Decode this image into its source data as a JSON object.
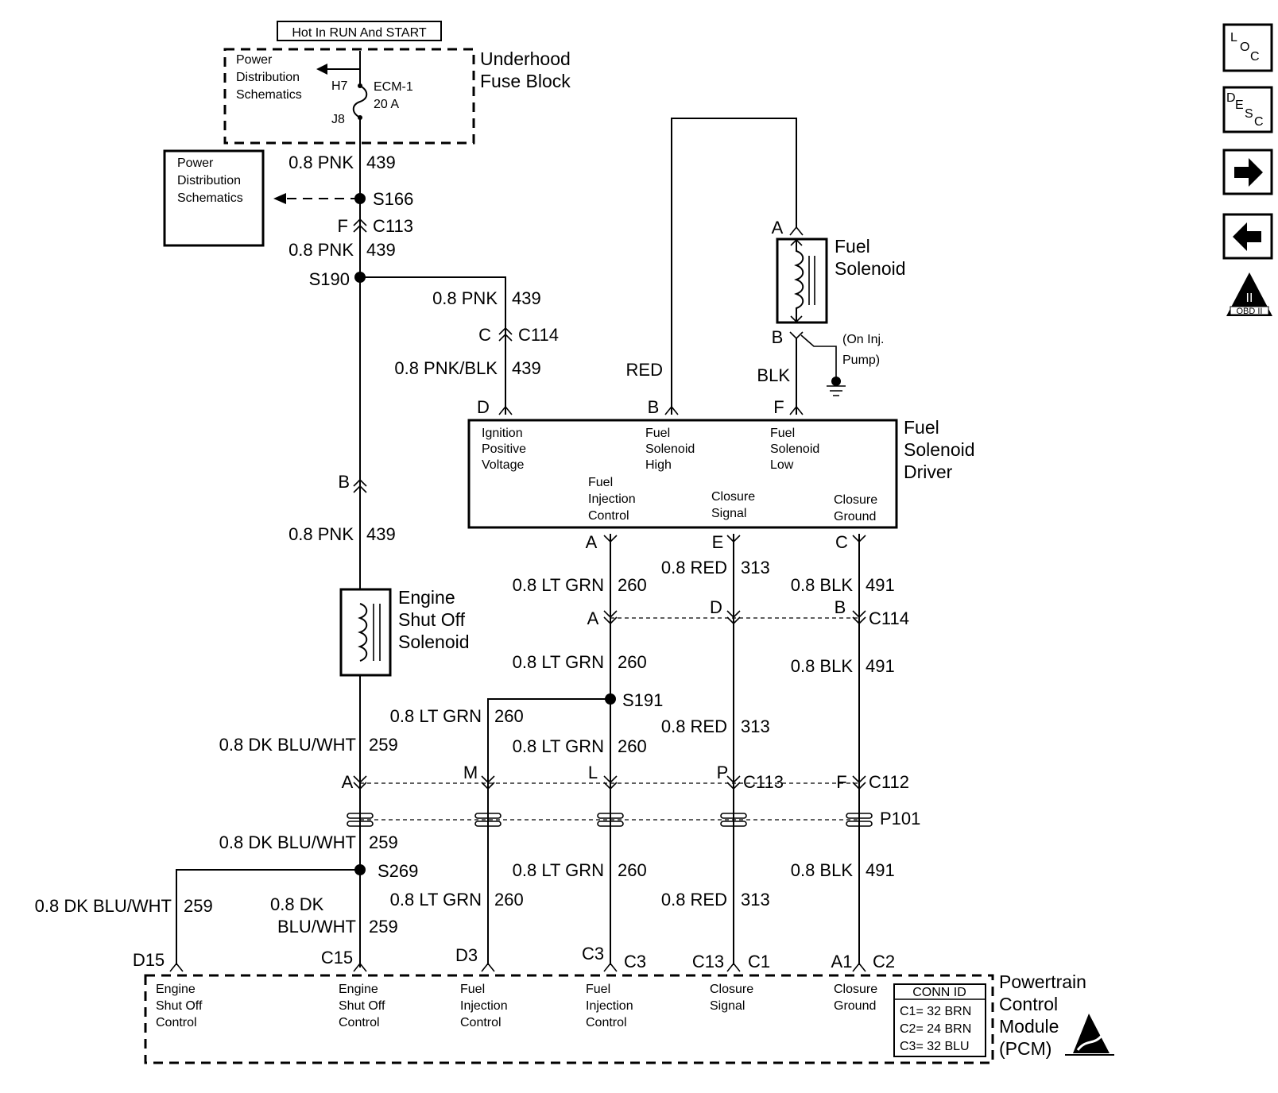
{
  "top_label": "Hot In RUN And START",
  "fuse_block": {
    "title_1": "Underhood",
    "title_2": "Fuse Block",
    "ref_1": "Power",
    "ref_2": "Distribution",
    "ref_3": "Schematics",
    "h7": "H7",
    "j8": "J8",
    "fuse_name": "ECM-1",
    "fuse_rating": "20 A"
  },
  "power_dist_box": {
    "line_1": "Power",
    "line_2": "Distribution",
    "line_3": "Schematics"
  },
  "wires": {
    "w1_color": "0.8 PNK",
    "w1_circuit": "439",
    "w2_color": "0.8 PNK",
    "w2_circuit": "439",
    "w3_color": "0.8 PNK",
    "w3_circuit": "439",
    "w4_color": "0.8 PNK/BLK",
    "w4_circuit": "439",
    "w5_color": "0.8 PNK",
    "w5_circuit": "439",
    "red_label": "RED",
    "blk_label": "BLK",
    "w260a_color": "0.8 LT GRN",
    "w260a_circuit": "260",
    "w313a_color": "0.8 RED",
    "w313a_circuit": "313",
    "w491a_color": "0.8 BLK",
    "w491a_circuit": "491",
    "w260b_color": "0.8 LT GRN",
    "w260b_circuit": "260",
    "w491b_color": "0.8 BLK",
    "w491b_circuit": "491",
    "w260c_color": "0.8 LT GRN",
    "w260c_circuit": "260",
    "w313b_color": "0.8 RED",
    "w313b_circuit": "313",
    "w259a_color": "0.8 DK BLU/WHT",
    "w259a_circuit": "259",
    "w260d_color": "0.8 LT GRN",
    "w260d_circuit": "260",
    "w259b_color": "0.8 DK BLU/WHT",
    "w259b_circuit": "259",
    "w260e_color": "0.8 LT GRN",
    "w260e_circuit": "260",
    "w491c_color": "0.8 BLK",
    "w491c_circuit": "491",
    "w259c_color": "0.8 DK BLU/WHT",
    "w259c_circuit": "259",
    "w259d_color_1": "0.8 DK",
    "w259d_color_2": "BLU/WHT",
    "w259d_circuit": "259",
    "w260f_color": "0.8 LT GRN",
    "w260f_circuit": "260",
    "w313c_color": "0.8 RED",
    "w313c_circuit": "313"
  },
  "splices": {
    "s166": "S166",
    "s190": "S190",
    "s191": "S191",
    "s269": "S269",
    "p101": "P101"
  },
  "connectors": {
    "c113_pin_f": "F",
    "c113": "C113",
    "c114_pin_c": "C",
    "c114": "C114",
    "pin_b": "B",
    "fsd_pin_d": "D",
    "fsd_pin_b": "B",
    "fsd_pin_f": "F",
    "fsd_pin_a": "A",
    "fsd_pin_e": "E",
    "fsd_pin_c": "C",
    "c114b_pin_a": "A",
    "c114b_pin_d": "D",
    "c114b_pin_b": "B",
    "c114b": "C114",
    "c113b_pin_a": "A",
    "c113b_pin_m": "M",
    "c113b_pin_l": "L",
    "c113b_pin_p": "P",
    "c113b": "C113",
    "c112_pin_f": "F",
    "c112": "C112",
    "pcm_d15": "D15",
    "pcm_c15": "C15",
    "pcm_d3": "D3",
    "pcm_c3a": "C3",
    "pcm_c3b": "C3",
    "pcm_c13": "C13",
    "pcm_c1": "C1",
    "pcm_a1": "A1",
    "pcm_c2": "C2"
  },
  "fuel_solenoid": {
    "line_1": "Fuel",
    "line_2": "Solenoid",
    "pin_a": "A",
    "pin_b": "B",
    "note_1": "(On Inj.",
    "note_2": "Pump)"
  },
  "fuel_solenoid_driver": {
    "title_1": "Fuel",
    "title_2": "Solenoid",
    "title_3": "Driver",
    "t1a": "Ignition",
    "t1b": "Positive",
    "t1c": "Voltage",
    "t2a": "Fuel",
    "t2b": "Solenoid",
    "t2c": "High",
    "t3a": "Fuel",
    "t3b": "Solenoid",
    "t3c": "Low",
    "t4a": "Fuel",
    "t4b": "Injection",
    "t4c": "Control",
    "t5a": "Closure",
    "t5b": "Signal",
    "t6a": "Closure",
    "t6b": "Ground"
  },
  "shutoff_solenoid": {
    "line_1": "Engine",
    "line_2": "Shut Off",
    "line_3": "Solenoid"
  },
  "pcm": {
    "title_1": "Powertrain",
    "title_2": "Control",
    "title_3": "Module",
    "title_4": "(PCM)",
    "t1a": "Engine",
    "t1b": "Shut Off",
    "t1c": "Control",
    "t2a": "Engine",
    "t2b": "Shut Off",
    "t2c": "Control",
    "t3a": "Fuel",
    "t3b": "Injection",
    "t3c": "Control",
    "t4a": "Fuel",
    "t4b": "Injection",
    "t4c": "Control",
    "t5a": "Closure",
    "t5b": "Signal",
    "t6a": "Closure",
    "t6b": "Ground",
    "conn_id_title": "CONN ID",
    "conn_c1": "C1= 32 BRN",
    "conn_c2": "C2= 24 BRN",
    "conn_c3": "C3= 32 BLU"
  },
  "nav": {
    "loc_l": "L",
    "loc_o": "O",
    "loc_c": "C",
    "desc_d": "D",
    "desc_e": "E",
    "desc_s": "S",
    "desc_c": "C",
    "obd_1": "II",
    "obd_2": "OBD II"
  }
}
